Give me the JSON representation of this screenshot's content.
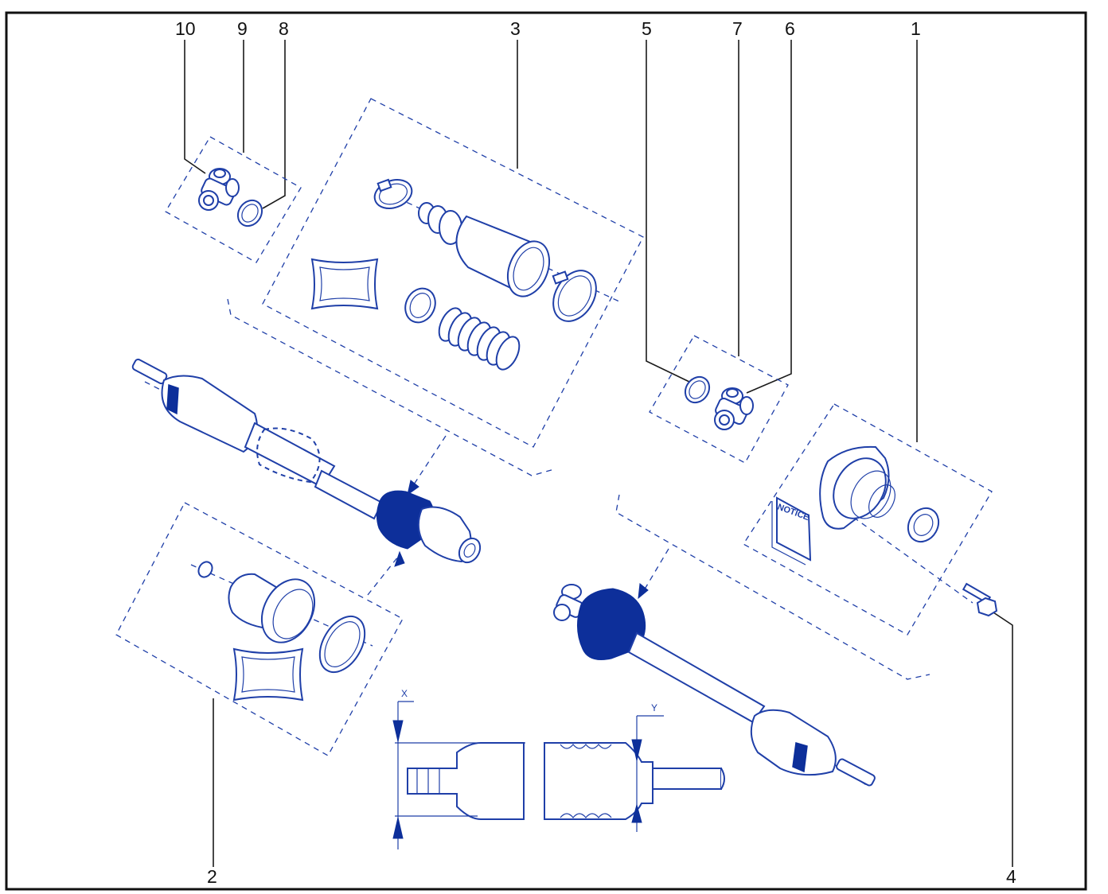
{
  "colors": {
    "ink": "#1f3fa8",
    "fill_dark": "#0d2f9a",
    "frame": "#111111"
  },
  "callouts": {
    "c1": "1",
    "c2": "2",
    "c3": "3",
    "c4": "4",
    "c5": "5",
    "c6": "6",
    "c7": "7",
    "c8": "8",
    "c9": "9",
    "c10": "10"
  },
  "dimensions": {
    "x_label": "X",
    "y_label": "Y"
  },
  "booklet": {
    "label": "NOTICE"
  },
  "icons": {
    "boot_kit": "cv-boot-kit-icon",
    "tripod": "tripod-joint-icon",
    "circlip": "circlip-icon",
    "clamp": "clamp-ring-icon",
    "grease_pack": "grease-sachet-icon",
    "spring": "coil-spring-icon",
    "bolt": "bolt-icon",
    "driveshaft": "driveshaft-icon"
  }
}
